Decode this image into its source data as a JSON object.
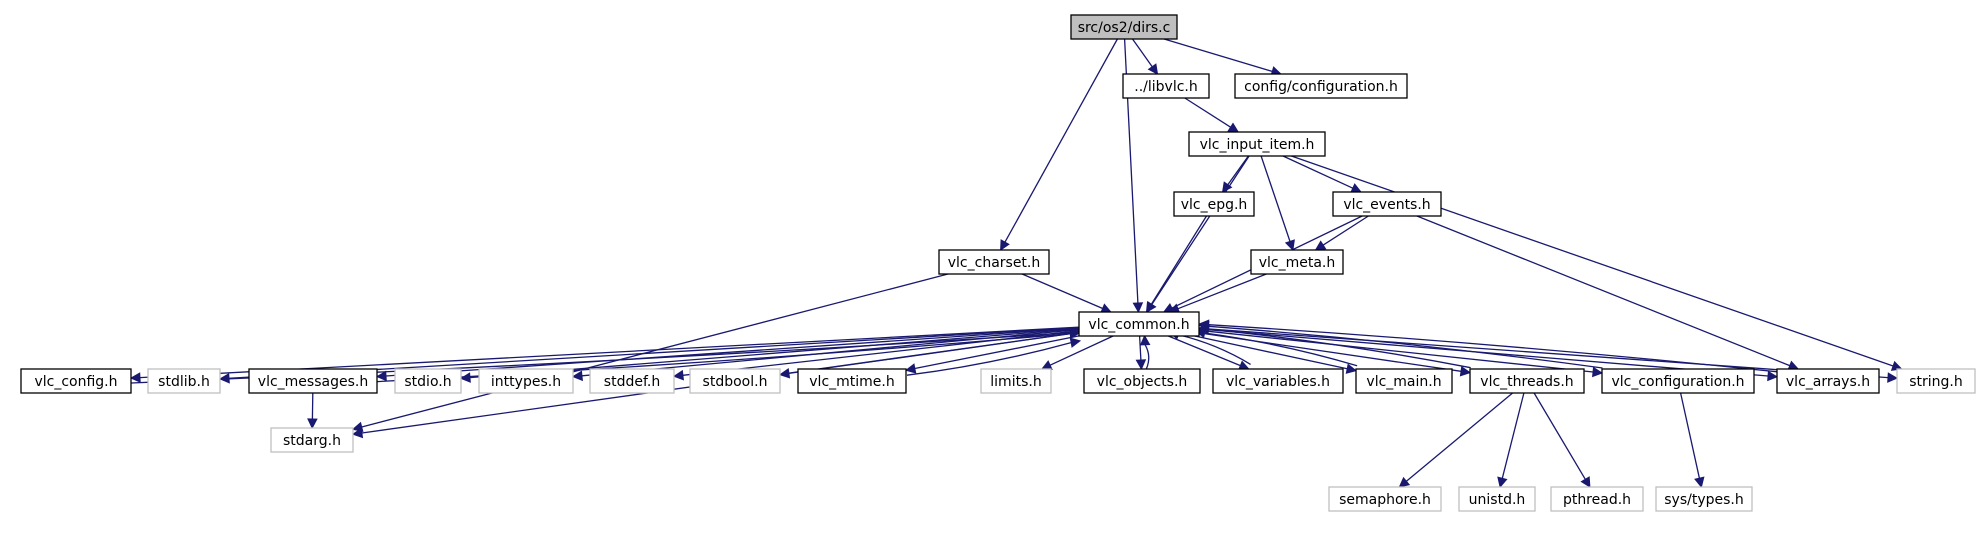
{
  "nodes": [
    {
      "id": "dirs",
      "label": "src/os2/dirs.c",
      "kind": "root"
    },
    {
      "id": "libvlc",
      "label": "../libvlc.h",
      "kind": "documented"
    },
    {
      "id": "configuration_h",
      "label": "config/configuration.h",
      "kind": "documented"
    },
    {
      "id": "input_item",
      "label": "vlc_input_item.h",
      "kind": "documented"
    },
    {
      "id": "epg",
      "label": "vlc_epg.h",
      "kind": "documented"
    },
    {
      "id": "events",
      "label": "vlc_events.h",
      "kind": "documented"
    },
    {
      "id": "charset",
      "label": "vlc_charset.h",
      "kind": "documented"
    },
    {
      "id": "meta",
      "label": "vlc_meta.h",
      "kind": "documented"
    },
    {
      "id": "common",
      "label": "vlc_common.h",
      "kind": "documented"
    },
    {
      "id": "config",
      "label": "vlc_config.h",
      "kind": "documented"
    },
    {
      "id": "stdlib",
      "label": "stdlib.h",
      "kind": "external"
    },
    {
      "id": "messages",
      "label": "vlc_messages.h",
      "kind": "documented"
    },
    {
      "id": "stdio",
      "label": "stdio.h",
      "kind": "external"
    },
    {
      "id": "inttypes",
      "label": "inttypes.h",
      "kind": "external"
    },
    {
      "id": "stddef",
      "label": "stddef.h",
      "kind": "external"
    },
    {
      "id": "stdbool",
      "label": "stdbool.h",
      "kind": "external"
    },
    {
      "id": "mtime",
      "label": "vlc_mtime.h",
      "kind": "documented"
    },
    {
      "id": "limits",
      "label": "limits.h",
      "kind": "external"
    },
    {
      "id": "objects",
      "label": "vlc_objects.h",
      "kind": "documented"
    },
    {
      "id": "variables",
      "label": "vlc_variables.h",
      "kind": "documented"
    },
    {
      "id": "main",
      "label": "vlc_main.h",
      "kind": "documented"
    },
    {
      "id": "threads",
      "label": "vlc_threads.h",
      "kind": "documented"
    },
    {
      "id": "vlc_configuration",
      "label": "vlc_configuration.h",
      "kind": "documented"
    },
    {
      "id": "arrays",
      "label": "vlc_arrays.h",
      "kind": "documented"
    },
    {
      "id": "string",
      "label": "string.h",
      "kind": "external"
    },
    {
      "id": "stdarg",
      "label": "stdarg.h",
      "kind": "external"
    },
    {
      "id": "semaphore",
      "label": "semaphore.h",
      "kind": "external"
    },
    {
      "id": "unistd",
      "label": "unistd.h",
      "kind": "external"
    },
    {
      "id": "pthread",
      "label": "pthread.h",
      "kind": "external"
    },
    {
      "id": "systypes",
      "label": "sys/types.h",
      "kind": "external"
    }
  ],
  "edges": [
    {
      "from": "dirs",
      "to": "libvlc"
    },
    {
      "from": "dirs",
      "to": "configuration_h"
    },
    {
      "from": "dirs",
      "to": "charset"
    },
    {
      "from": "dirs",
      "to": "common"
    },
    {
      "from": "libvlc",
      "to": "input_item"
    },
    {
      "from": "input_item",
      "to": "common"
    },
    {
      "from": "input_item",
      "to": "epg"
    },
    {
      "from": "input_item",
      "to": "meta"
    },
    {
      "from": "input_item",
      "to": "events"
    },
    {
      "from": "input_item",
      "to": "string"
    },
    {
      "from": "epg",
      "to": "common"
    },
    {
      "from": "events",
      "to": "meta"
    },
    {
      "from": "events",
      "to": "common"
    },
    {
      "from": "events",
      "to": "arrays"
    },
    {
      "from": "charset",
      "to": "common"
    },
    {
      "from": "charset",
      "to": "stdarg"
    },
    {
      "from": "meta",
      "to": "common"
    },
    {
      "from": "common",
      "to": "config"
    },
    {
      "from": "config",
      "to": "common"
    },
    {
      "from": "common",
      "to": "stdlib"
    },
    {
      "from": "common",
      "to": "messages"
    },
    {
      "from": "messages",
      "to": "common"
    },
    {
      "from": "messages",
      "to": "stdarg"
    },
    {
      "from": "common",
      "to": "stdio"
    },
    {
      "from": "common",
      "to": "inttypes"
    },
    {
      "from": "common",
      "to": "stddef"
    },
    {
      "from": "common",
      "to": "stdbool"
    },
    {
      "from": "common",
      "to": "mtime"
    },
    {
      "from": "mtime",
      "to": "common"
    },
    {
      "from": "common",
      "to": "stdarg"
    },
    {
      "from": "common",
      "to": "limits"
    },
    {
      "from": "common",
      "to": "objects"
    },
    {
      "from": "objects",
      "to": "common"
    },
    {
      "from": "common",
      "to": "variables"
    },
    {
      "from": "variables",
      "to": "common"
    },
    {
      "from": "common",
      "to": "main"
    },
    {
      "from": "main",
      "to": "common"
    },
    {
      "from": "common",
      "to": "threads"
    },
    {
      "from": "threads",
      "to": "common"
    },
    {
      "from": "threads",
      "to": "semaphore"
    },
    {
      "from": "threads",
      "to": "unistd"
    },
    {
      "from": "threads",
      "to": "pthread"
    },
    {
      "from": "common",
      "to": "vlc_configuration"
    },
    {
      "from": "vlc_configuration",
      "to": "common"
    },
    {
      "from": "vlc_configuration",
      "to": "systypes"
    },
    {
      "from": "common",
      "to": "arrays"
    },
    {
      "from": "arrays",
      "to": "common"
    },
    {
      "from": "common",
      "to": "string"
    }
  ],
  "colors": {
    "edge": "#191970",
    "root_fill": "#bfbfbf",
    "root_border": "#000000",
    "documented_border": "#000000",
    "external_border": "#bfbfbf",
    "external_text": "#000000",
    "node_fill": "#ffffff"
  }
}
